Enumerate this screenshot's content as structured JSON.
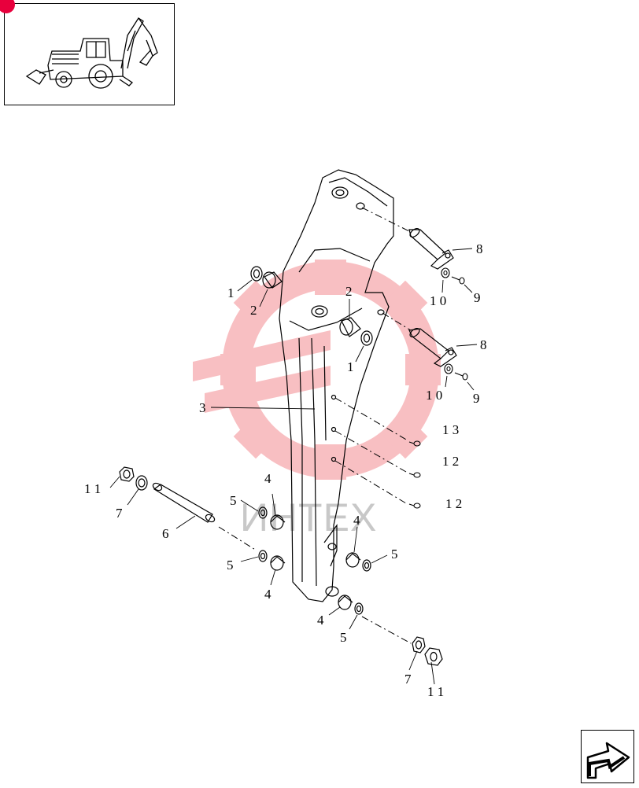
{
  "thumbnail": {
    "icon": "backhoe-loader-icon"
  },
  "watermark": {
    "text": "ИНТЕХ",
    "icon": "gear-logo-icon",
    "color": "#f4a3a8"
  },
  "navigation": {
    "icon": "next-page-arrow-icon"
  },
  "callouts": {
    "c1a": "1",
    "c2a": "2",
    "c2b": "2",
    "c1b": "1",
    "c8a": "8",
    "c10a": "1 0",
    "c9a": "9",
    "c8b": "8",
    "c10b": "1 0",
    "c9b": "9",
    "c3": "3",
    "c13": "1 3",
    "c12a": "1 2",
    "c12b": "1 2",
    "c11a": "1 1",
    "c7a": "7",
    "c6": "6",
    "c4a": "4",
    "c5a": "5",
    "c5b": "5",
    "c4b": "4",
    "c4c": "4",
    "c5c": "5",
    "c4d": "4",
    "c5d": "5",
    "c7b": "7",
    "c11b": "1 1"
  },
  "colors": {
    "accent_dot": "#e8003d",
    "line": "#000000"
  }
}
